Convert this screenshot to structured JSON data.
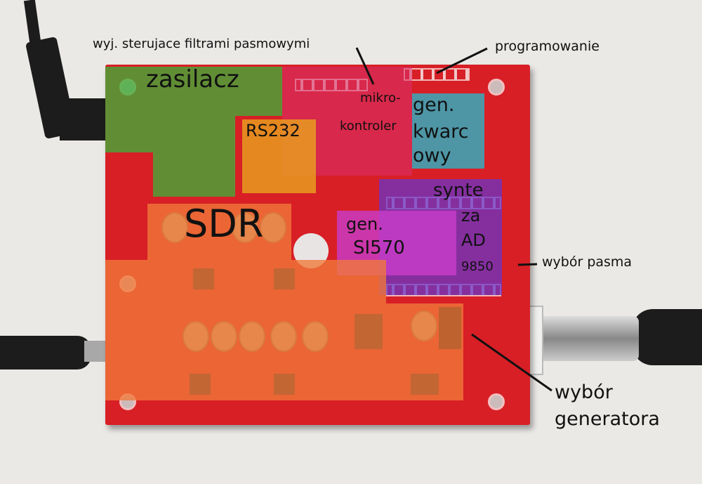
{
  "labels": {
    "filters_output": "wyj. sterujace filtrami pasmowymi",
    "programming": "programowanie",
    "power_supply": "zasilacz",
    "rs232": "RS232",
    "sdr": "SDR",
    "microcontroller_1": "mikro-",
    "microcontroller_2": "kontroler",
    "crystal_gen_1": "gen.",
    "crystal_gen_2": "kwarc",
    "crystal_gen_3": "owy",
    "synth_1": "synte",
    "synth_2": "za",
    "synth_3": "AD",
    "synth_4": "9850",
    "si570_1": "gen.",
    "si570_2": "SI570",
    "band_select": "wybór pasma",
    "gen_select_1": "wybór",
    "gen_select_2": "generatora"
  },
  "zone_colors": {
    "power_supply": "#3fae3a",
    "rs232": "#e8a020",
    "microcontroller": "#d8306a",
    "crystal_gen": "#3aa7b8",
    "synth": "#6a35c8",
    "si570": "#c83cc8",
    "sdr": "#f07a3a",
    "board": "#d81f26"
  }
}
